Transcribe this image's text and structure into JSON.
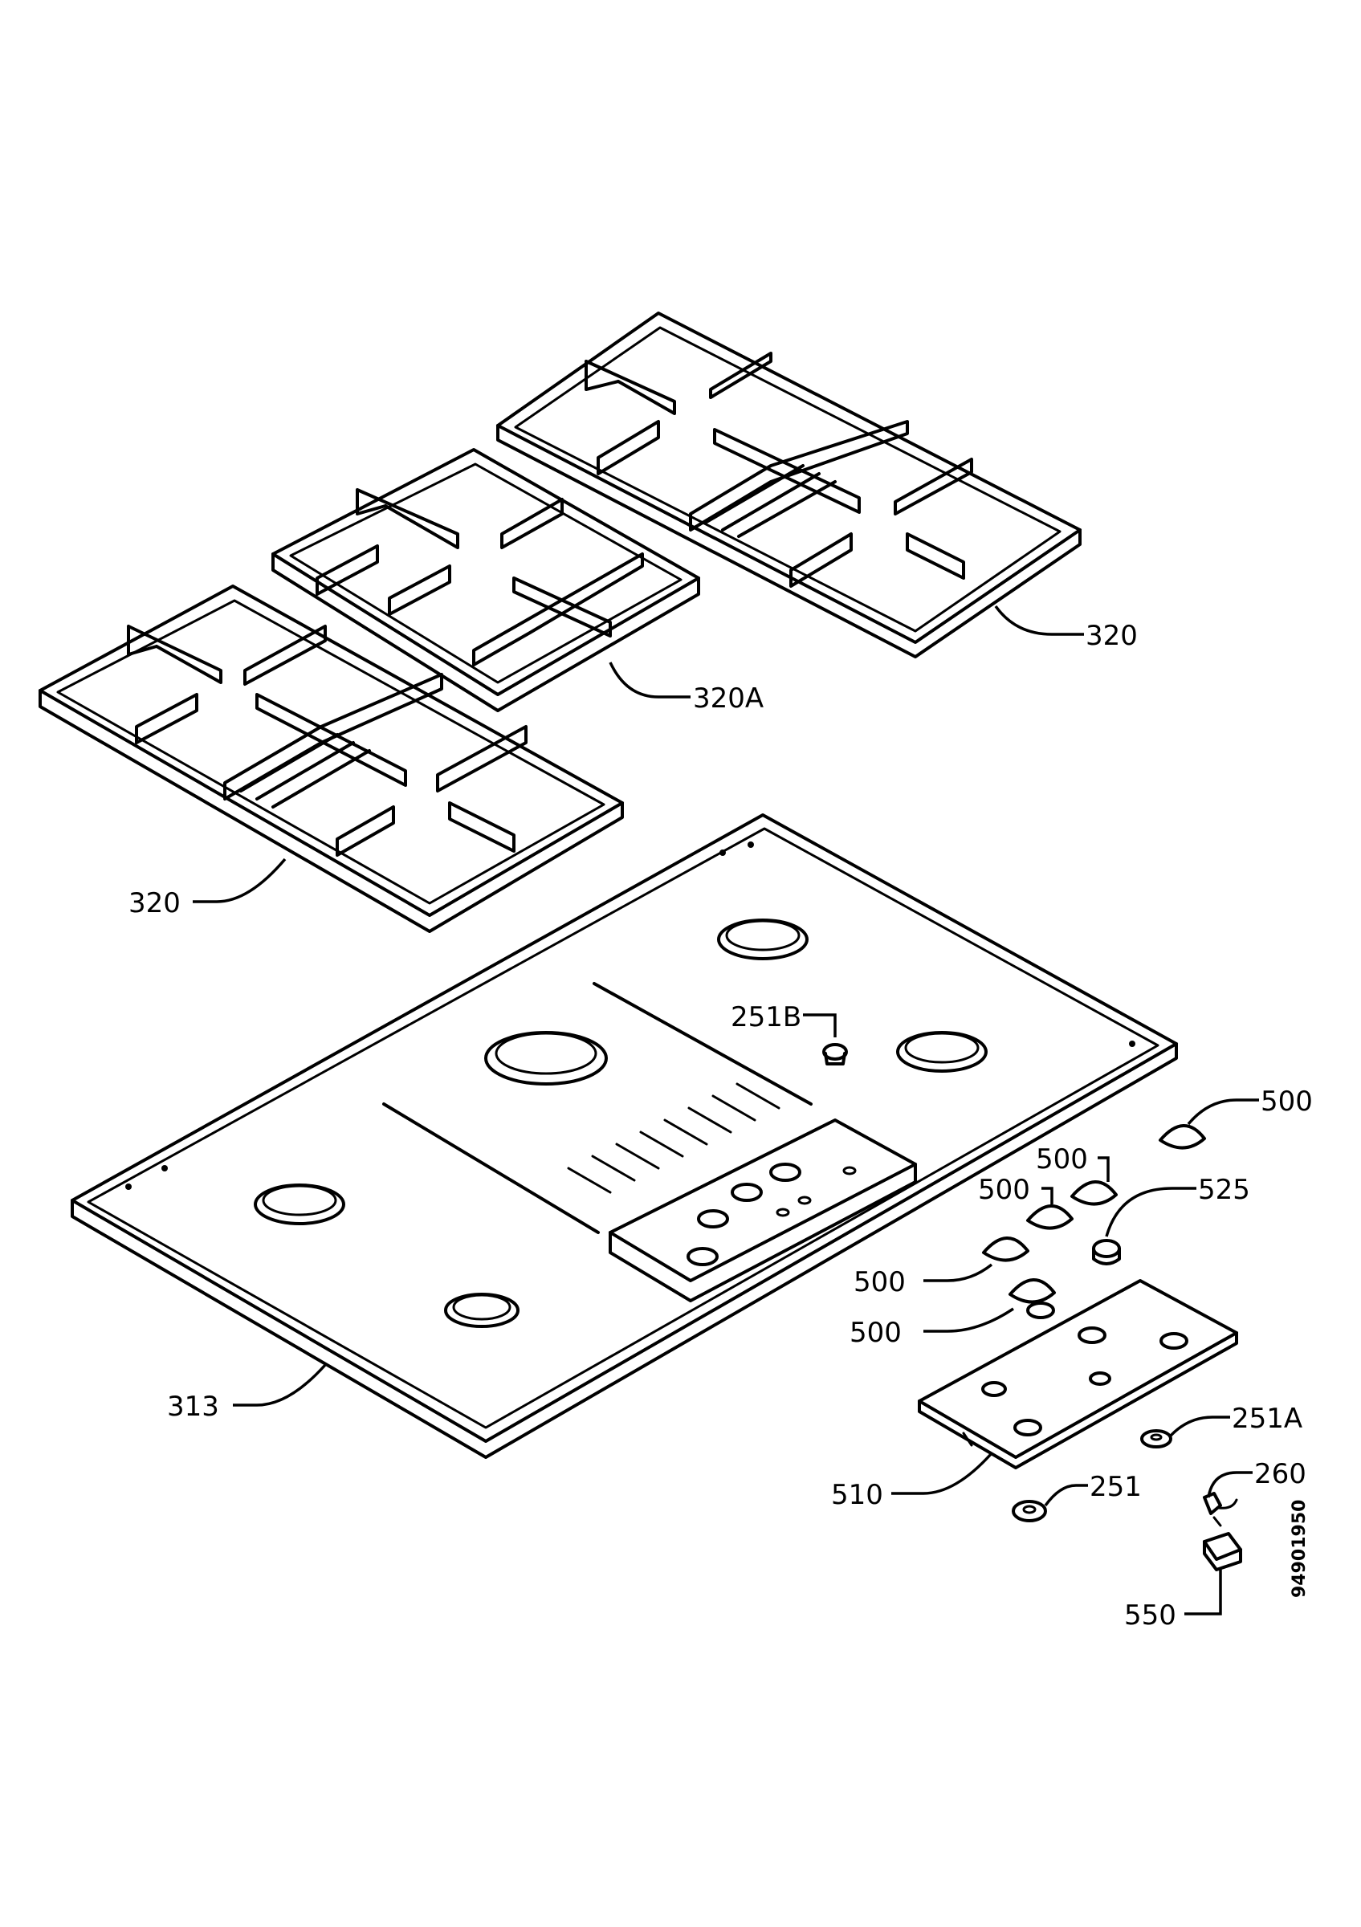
{
  "labels": {
    "grid_right": "320",
    "grid_middle": "320A",
    "grid_left": "320",
    "screw_251b": "251B",
    "knob_top": "500",
    "knob_2": "500",
    "knob_3": "500",
    "knob_4": "500",
    "knob_5": "500",
    "button_525": "525",
    "hob_313": "313",
    "panel_510": "510",
    "seal_251a": "251A",
    "seal_251": "251",
    "clip_260": "260",
    "switch_550": "550"
  },
  "doc_code": "94901950"
}
